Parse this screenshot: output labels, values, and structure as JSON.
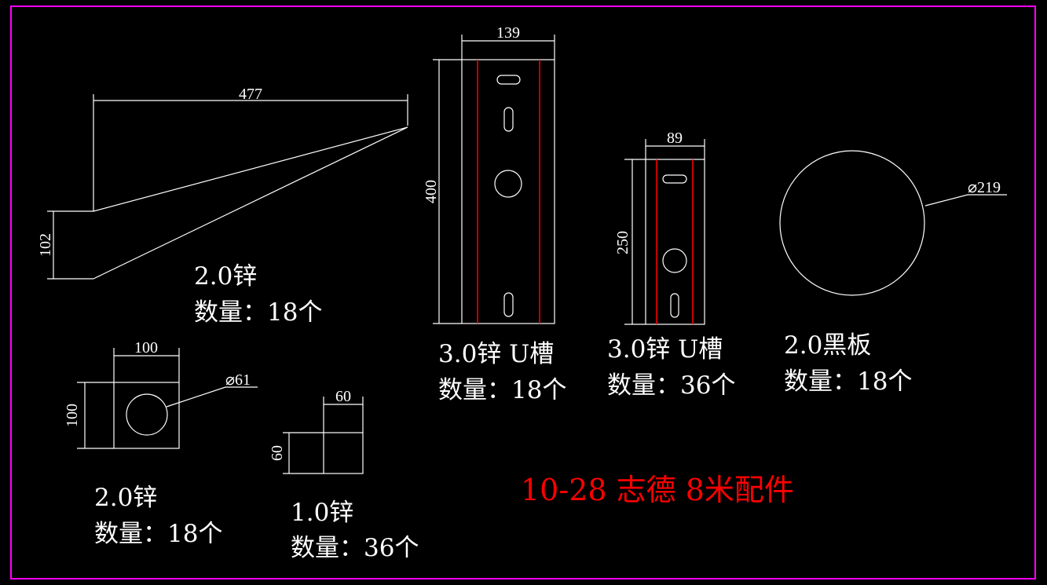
{
  "colors": {
    "background": "#000000",
    "frame": "#ff00ff",
    "line": "#ffffff",
    "bend_line": "#ff0000",
    "title": "#ff0000"
  },
  "title": "10-28 志德 8米配件",
  "parts": {
    "bracket": {
      "dim_length": "477",
      "dim_height": "102",
      "material": "2.0锌",
      "quantity": "数量：18个"
    },
    "u_channel_large": {
      "dim_width": "139",
      "dim_height": "400",
      "material": "3.0锌 U槽",
      "quantity": "数量：18个"
    },
    "u_channel_small": {
      "dim_width": "89",
      "dim_height": "250",
      "material": "3.0锌 U槽",
      "quantity": "数量：36个"
    },
    "disc": {
      "dim_diameter": "⌀219",
      "material": "2.0黑板",
      "quantity": "数量：18个"
    },
    "square_plate": {
      "dim_width": "100",
      "dim_height": "100",
      "dim_hole": "⌀61",
      "material": "2.0锌",
      "quantity": "数量：18个"
    },
    "small_square": {
      "dim_width": "60",
      "dim_height": "60",
      "material": "1.0锌",
      "quantity": "数量：36个"
    }
  }
}
